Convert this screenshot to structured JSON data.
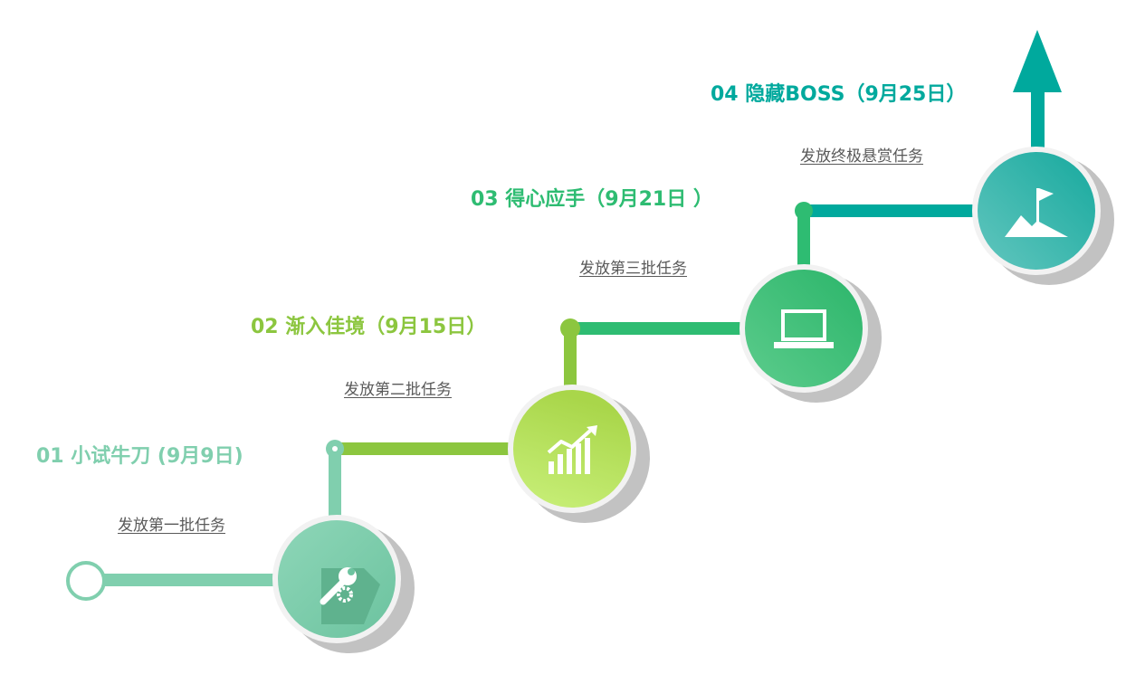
{
  "colors": {
    "stage1": "#80cfae",
    "stage2": "#8cc63f",
    "stage3": "#2ebc72",
    "stage4": "#00a99d",
    "disc_shadow": "#c2c2c2",
    "disc_ring": "#f2f2f2",
    "description_text": "#595959"
  },
  "stages": [
    {
      "number": "01",
      "title": "01  小试牛刀 (9月9日)",
      "description": "发放第一批任务",
      "icon": "wrench-gear-icon"
    },
    {
      "number": "02",
      "title": "02  渐入佳境（9月15日）",
      "description": "发放第二批任务",
      "icon": "growth-chart-icon"
    },
    {
      "number": "03",
      "title": "03  得心应手（9月21日 ）",
      "description": "发放第三批任务",
      "icon": "laptop-icon"
    },
    {
      "number": "04",
      "title": "04  隐藏BOSS（9月25日）",
      "description": "发放终极悬赏任务",
      "icon": "mountain-flag-icon"
    }
  ]
}
